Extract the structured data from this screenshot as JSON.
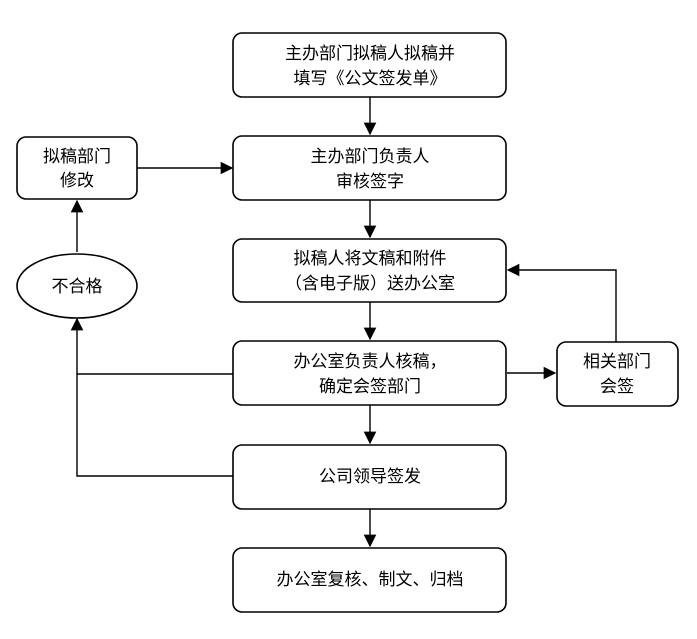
{
  "flowchart": {
    "nodes": {
      "draft": {
        "line1": "主办部门拟稿人拟稿并",
        "line2": "填写《公文签发单》"
      },
      "dept_head_review": {
        "line1": "主办部门负责人",
        "line2": "审核签字"
      },
      "submit_to_office": {
        "line1": "拟稿人将文稿和附件",
        "line2": "（含电子版）送办公室"
      },
      "office_head_review": {
        "line1": "办公室负责人核稿，",
        "line2": "确定会签部门"
      },
      "leader_sign": {
        "line1": "公司领导签发"
      },
      "final_processing": {
        "line1": "办公室复核、制文、归档"
      },
      "countersign": {
        "line1": "相关部门",
        "line2": "会签"
      },
      "revise": {
        "line1": "拟稿部门",
        "line2": "修改"
      },
      "fail": {
        "line1": "不合格"
      }
    }
  }
}
